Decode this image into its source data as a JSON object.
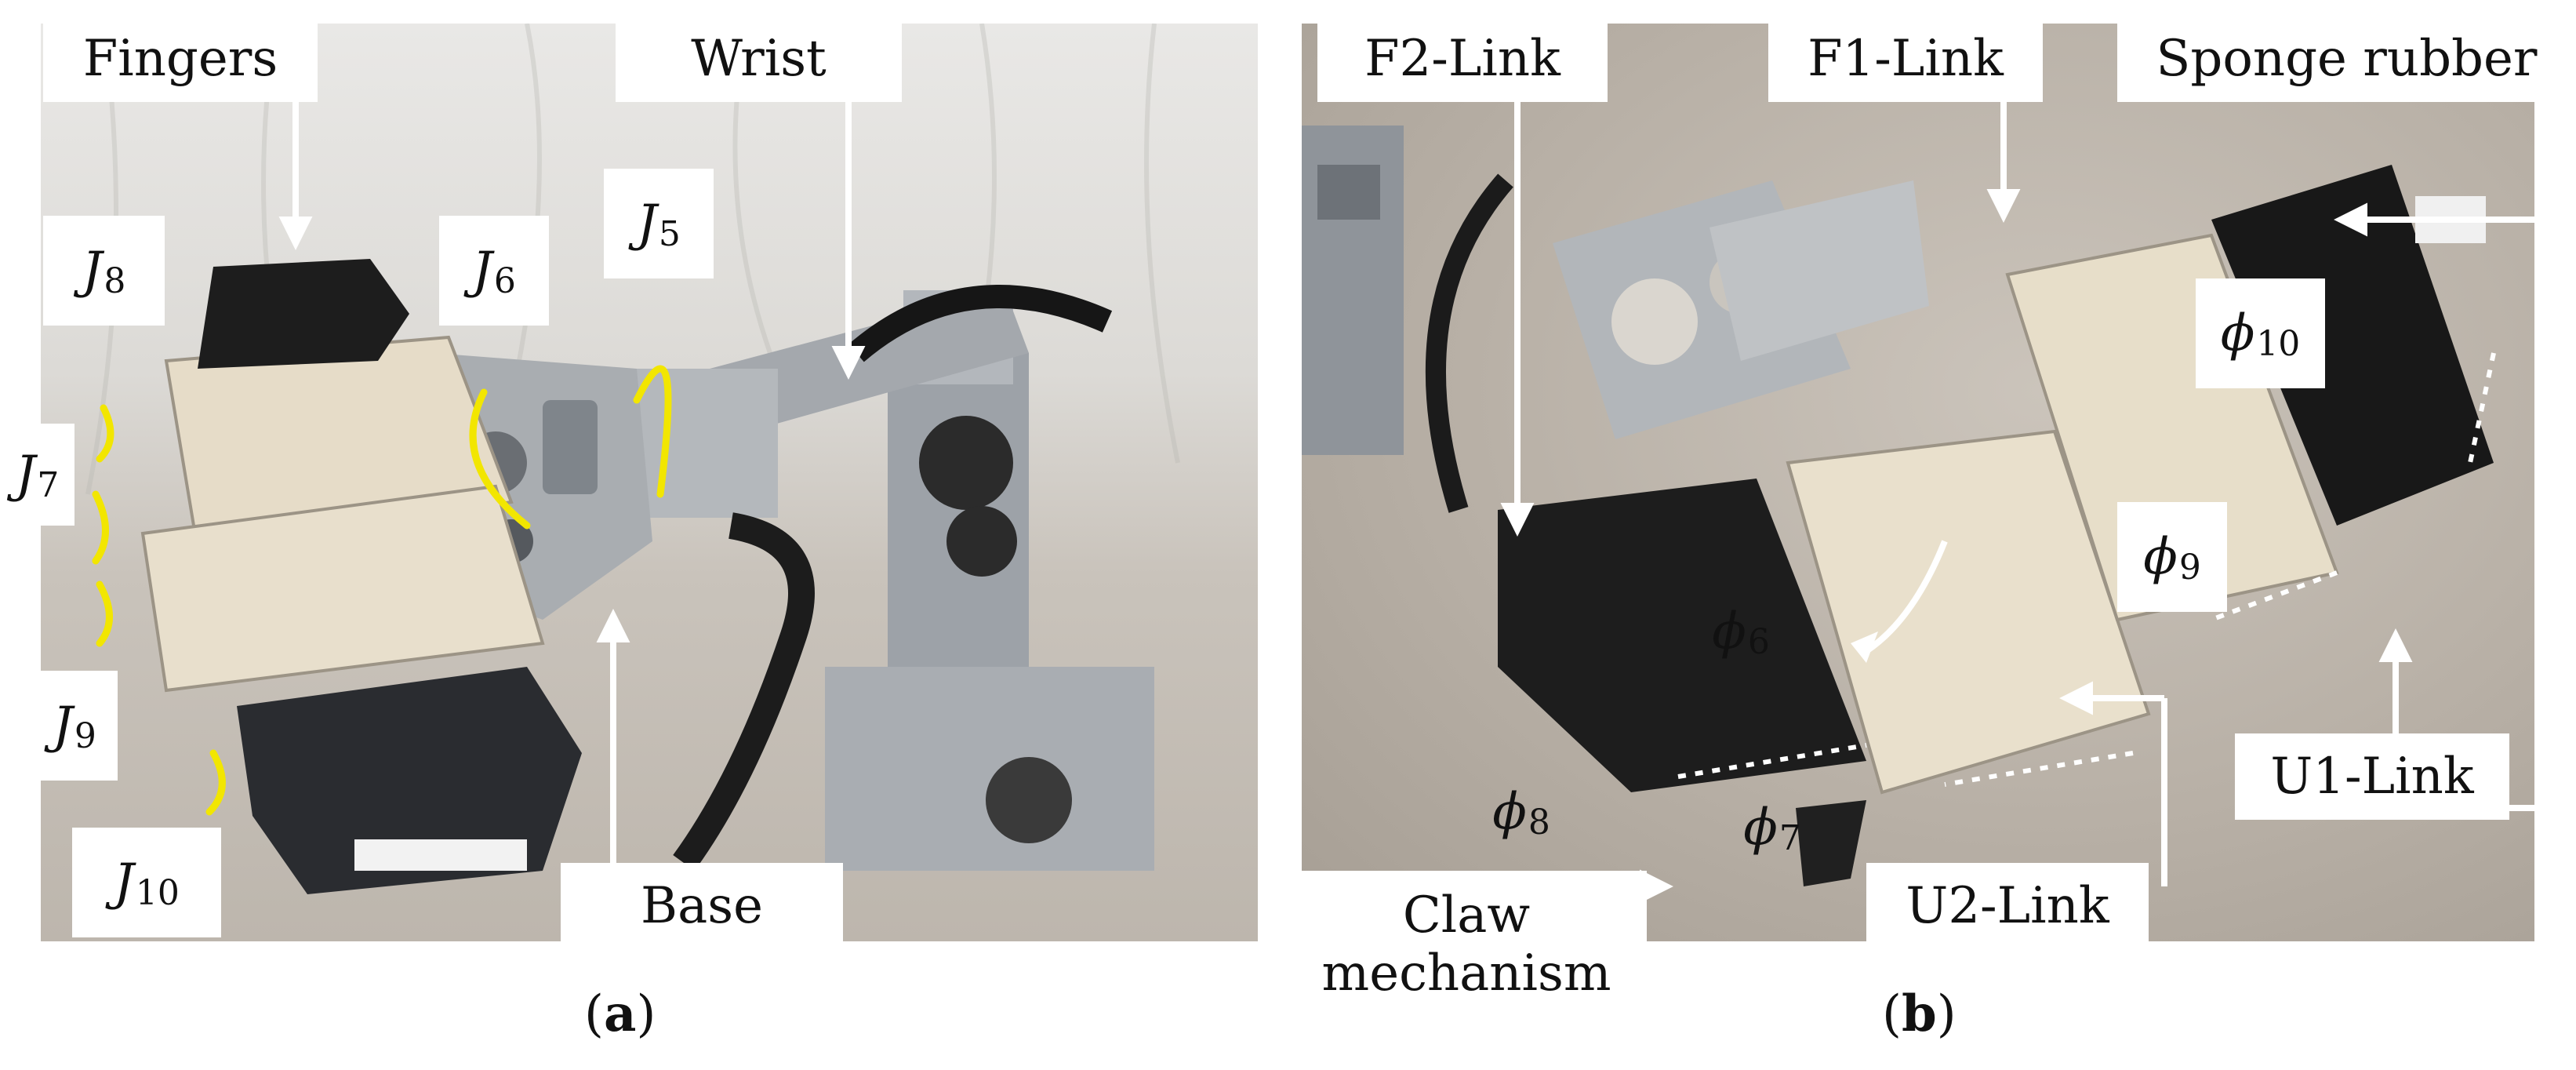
{
  "panel_a": {
    "caption_letter": "a",
    "labels": {
      "fingers": "Fingers",
      "wrist": "Wrist",
      "base": "Base",
      "j5_sub": "5",
      "j6_sub": "6",
      "j7_sub": "7",
      "j8_sub": "8",
      "j9_sub": "9",
      "j10_sub": "10",
      "joint_symbol": "J"
    }
  },
  "panel_b": {
    "caption_letter": "b",
    "labels": {
      "f2_link": "F2-Link",
      "f1_link": "F1-Link",
      "sponge_rubber": "Sponge rubber",
      "u1_link": "U1-Link",
      "u2_link": "U2-Link",
      "claw_line1": "Claw",
      "claw_line2": "mechanism",
      "phi_symbol": "ϕ",
      "phi6_sub": "6",
      "phi7_sub": "7",
      "phi8_sub": "8",
      "phi9_sub": "9",
      "phi10_sub": "10"
    }
  },
  "colors": {
    "arrow_yellow": "#f2e600",
    "arrow_white": "#ffffff"
  }
}
